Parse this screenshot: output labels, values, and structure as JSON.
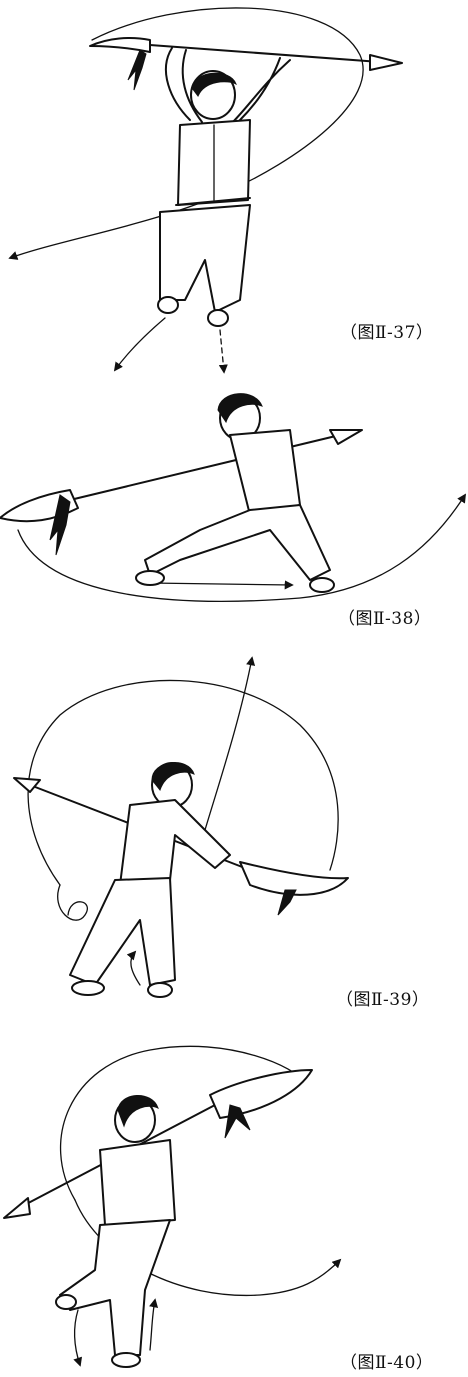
{
  "colors": {
    "ink": "#111111",
    "paper": "#ffffff"
  },
  "figures": [
    {
      "caption": "（图Ⅱ-37）"
    },
    {
      "caption": "（图Ⅱ-38）"
    },
    {
      "caption": "（图Ⅱ-39）"
    },
    {
      "caption": "（图Ⅱ-40）"
    }
  ]
}
